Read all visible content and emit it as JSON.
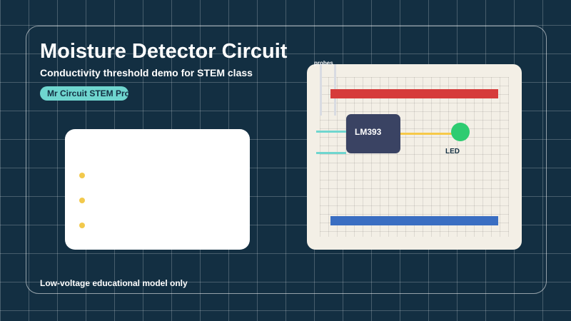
{
  "header": {
    "title": "Moisture Detector Circuit",
    "subtitle": "Conductivity threshold demo for STEM class",
    "badge": "Mr Circuit STEM Pro"
  },
  "card": {
    "bullets": [
      "",
      "",
      ""
    ],
    "bullet_color": "#f2c94c"
  },
  "footer": {
    "note": "Low-voltage educational model only"
  },
  "circuit": {
    "probes_label": "probes",
    "chip_label": "LM393",
    "led_label": "LED",
    "colors": {
      "background": "#132f42",
      "board": "#f3efe6",
      "positive_rail": "#d63b3b",
      "negative_rail": "#3a6ec2",
      "chip": "#3a4363",
      "led": "#2ecc71",
      "probe_wire": "#6fd6cf",
      "signal_wire": "#f7c948"
    }
  }
}
